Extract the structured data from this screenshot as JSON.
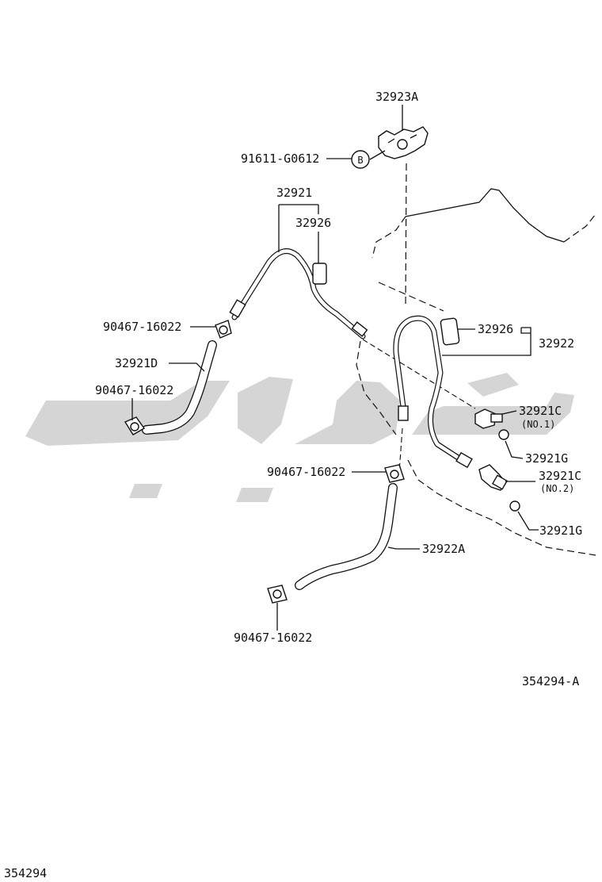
{
  "diagram": {
    "labels": {
      "bracket_top": "32923A",
      "bolt": "91611-G0612",
      "bolt_ref": "B",
      "tube_assy_left": "32921",
      "sleeve_left": "32926",
      "sleeve_right": "32926",
      "tube_assy_right": "32922",
      "clip_left_upper": "90467-16022",
      "hose_left": "32921D",
      "clip_left_lower": "90467-16022",
      "union_no1": "32921C",
      "union_no1_note": "(NO.1)",
      "gasket_1": "32921G",
      "clip_center": "90467-16022",
      "union_no2": "32921C",
      "union_no2_note": "(NO.2)",
      "gasket_2": "32921G",
      "hose_right": "32922A",
      "clip_bottom": "90467-16022"
    },
    "illustration_code": "354294-A",
    "page_code": "354294"
  }
}
